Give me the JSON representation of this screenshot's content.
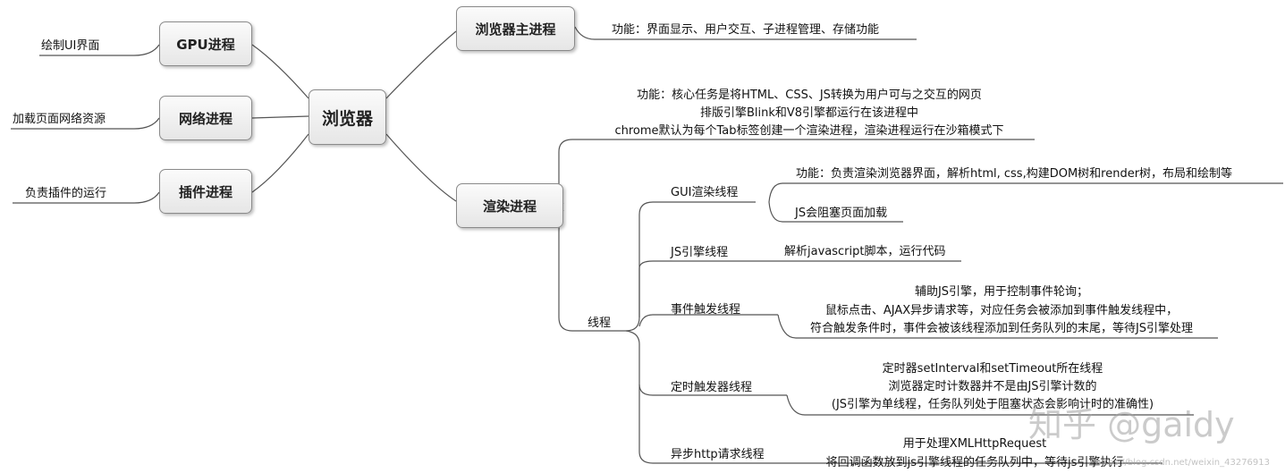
{
  "root": "浏览器",
  "left": {
    "gpu": {
      "label": "GPU进程",
      "desc": "绘制UI界面"
    },
    "network": {
      "label": "网络进程",
      "desc": "加载页面网络资源"
    },
    "plugin": {
      "label": "插件进程",
      "desc": "负责插件的运行"
    }
  },
  "main_process": {
    "label": "浏览器主进程",
    "desc": "功能：界面显示、用户交互、子进程管理、存储功能"
  },
  "render_process": {
    "label": "渲染进程",
    "desc": [
      "功能：核心任务是将HTML、CSS、JS转换为用户可与之交互的网页",
      "排版引擎Blink和V8引擎都运行在该进程中",
      "chrome默认为每个Tab标签创建一个渲染进程，渲染进程运行在沙箱模式下"
    ],
    "threads_label": "线程",
    "threads": {
      "gui": {
        "label": "GUI渲染线程",
        "desc1": "功能：负责渲染浏览器界面，解析html, css,构建DOM树和render树，布局和绘制等",
        "desc2": "JS会阻塞页面加载"
      },
      "js": {
        "label": "JS引擎线程",
        "desc": "解析javascript脚本，运行代码"
      },
      "event": {
        "label": "事件触发线程",
        "desc": [
          "辅助JS引擎，用于控制事件轮询；",
          "鼠标点击、AJAX异步请求等，对应任务会被添加到事件触发线程中，",
          "符合触发条件时，事件会被该线程添加到任务队列的末尾，等待JS引擎处理"
        ]
      },
      "timer": {
        "label": "定时触发器线程",
        "desc": [
          "定时器setInterval和setTimeout所在线程",
          "浏览器定时计数器并不是由JS引擎计数的",
          "(JS引擎为单线程，任务队列处于阻塞状态会影响计时的准确性)"
        ]
      },
      "http": {
        "label": "异步http请求线程",
        "desc": [
          "用于处理XMLHttpRequest",
          "将回调函数放到js引擎线程的任务队列中，等待js引擎执行"
        ]
      }
    }
  },
  "watermark": "知乎 @gaidy",
  "source_mark": "https://blog.csdn.net/weixin_43276913"
}
